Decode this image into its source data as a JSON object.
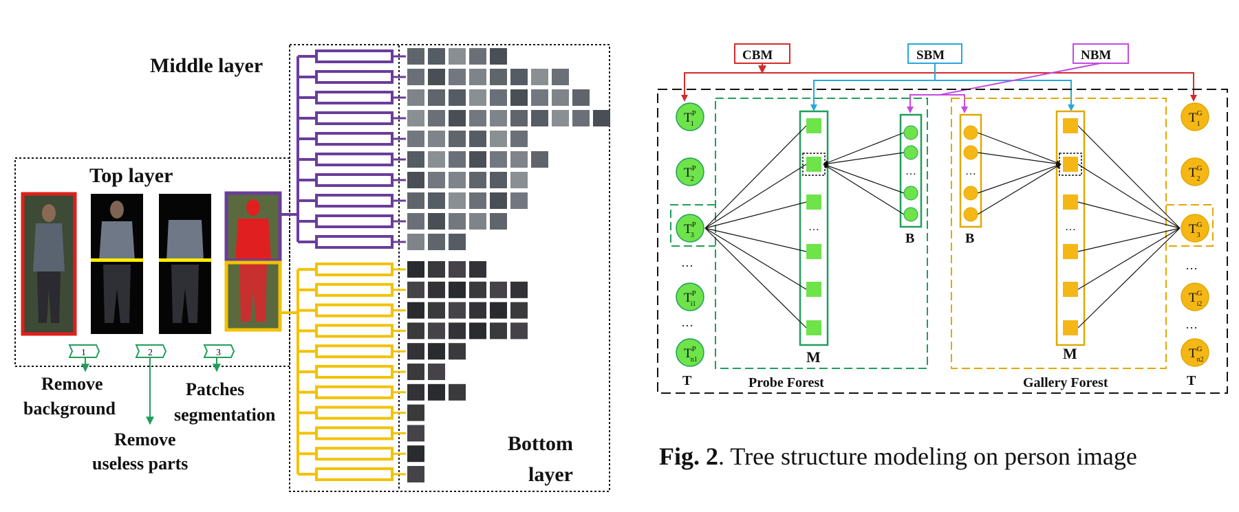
{
  "left": {
    "middle_label": "Middle layer",
    "top_label": "Top layer",
    "bottom_label_1": "Bottom",
    "bottom_label_2": "layer",
    "steps": [
      {
        "num": "1",
        "line1": "Remove",
        "line2": "background"
      },
      {
        "num": "2",
        "line1": "Remove",
        "line2": "useless parts"
      },
      {
        "num": "3",
        "line1": "Patches",
        "line2": "segmentation"
      }
    ],
    "colors": {
      "purple": "#6a3d9a",
      "yellow": "#f2c200",
      "red": "#e0201b",
      "green": "#1f9e5a",
      "divider": "#ffee00"
    }
  },
  "right": {
    "cbm": "CBM",
    "sbm": "SBM",
    "nbm": "NBM",
    "t_letter": "T",
    "probe_t": [
      {
        "base": "T",
        "sup": "P",
        "sub": "1"
      },
      {
        "base": "T",
        "sup": "P",
        "sub": "2"
      },
      {
        "base": "T",
        "sup": "P",
        "sub": "3"
      },
      {
        "base": "T",
        "sup": "P",
        "sub": "i1"
      },
      {
        "base": "T",
        "sup": "P",
        "sub": "n1"
      }
    ],
    "gallery_t": [
      {
        "base": "T",
        "sup": "G",
        "sub": "1"
      },
      {
        "base": "T",
        "sup": "G",
        "sub": "2"
      },
      {
        "base": "T",
        "sup": "G",
        "sub": "3"
      },
      {
        "base": "T",
        "sup": "G",
        "sub": "i2"
      },
      {
        "base": "T",
        "sup": "G",
        "sub": "n2"
      }
    ],
    "ellipsis": "…",
    "m_label": "M",
    "b_label": "B",
    "probe_forest": "Probe Forest",
    "gallery_forest": "Gallery Forest",
    "colors": {
      "cbm": "#d42a2a",
      "sbm": "#27a7db",
      "nbm": "#c34be0",
      "green_fill": "#6ee34a",
      "green_stroke": "#1f9e5a",
      "yellow_fill": "#f5b716",
      "yellow_stroke": "#e0a800"
    }
  },
  "caption": {
    "bold": "Fig. 2",
    "rest": ". Tree structure modeling on person image"
  }
}
